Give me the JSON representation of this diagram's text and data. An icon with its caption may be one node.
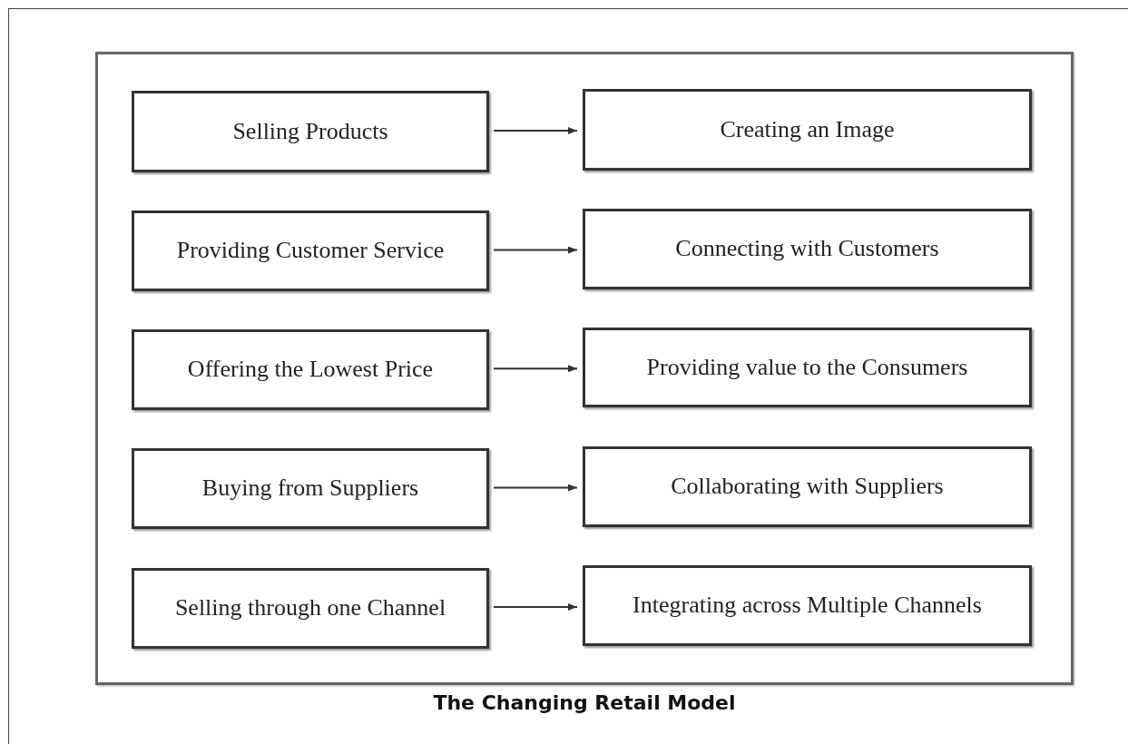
{
  "diagram": {
    "caption": "The Changing Retail Model",
    "nodes": [
      {
        "text": [],
        "shape": "box"
      },
      {
        "text": [
          "Selling Products"
        ],
        "in": 0
      },
      {
        "text": [
          "Creating an Image"
        ],
        "in": 0
      },
      {
        "text": [
          "Providing Customer Service"
        ],
        "in": 0
      },
      {
        "text": [
          "Connecting with Customers"
        ],
        "in": 0
      },
      {
        "text": [
          "Offering the Lowest Price"
        ],
        "in": 0
      },
      {
        "text": [
          "Providing value to the Consumers"
        ],
        "in": 0
      },
      {
        "text": [
          "Buying from Suppliers"
        ],
        "in": 0
      },
      {
        "text": [
          "Collaborating with Suppliers"
        ],
        "in": 0
      },
      {
        "text": [
          "Selling through one Channel"
        ],
        "in": 0
      },
      {
        "text": [
          "Integrating across Multiple Channels"
        ],
        "in": 0
      }
    ],
    "edges": [
      {
        "from": 1,
        "to": 2,
        "arrow": "to"
      },
      {
        "from": 3,
        "to": 4,
        "arrow": "to"
      },
      {
        "from": 5,
        "to": 6,
        "arrow": "to"
      },
      {
        "from": 7,
        "to": 8,
        "arrow": "to"
      },
      {
        "from": 9,
        "to": 10,
        "arrow": "to"
      }
    ]
  }
}
